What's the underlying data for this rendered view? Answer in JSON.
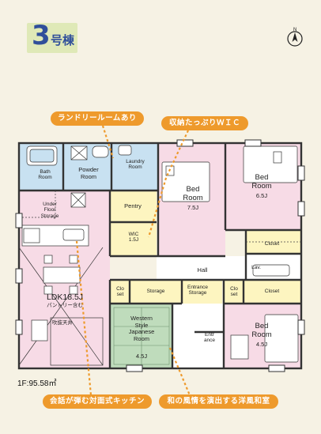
{
  "header": {
    "building_number": "3",
    "building_label": "号棟"
  },
  "callouts": {
    "laundry": "ランドリールームあり",
    "storage": "収納たっぷりＷＩＣ",
    "kitchen": "会話が弾む対面式キッチン",
    "japanese": "和の風情を演出する洋風和室"
  },
  "rooms": {
    "bath": "Bath\nRoom",
    "powder": "Powder\nRoom",
    "laundry": "Laundry\nRoom",
    "bed1_name": "Bed\nRoom",
    "bed1_size": "7.5J",
    "bed2_name": "Bed\nRoom",
    "bed2_size": "6.5J",
    "underfloor": "Under\nFloor\nStorage",
    "pantry": "Pentry",
    "wic": "WIC\n1.5J",
    "closet1": "Closet",
    "lav": "Lav.",
    "hall": "Hall",
    "ldk": "LDK18.5J",
    "ldk_sub": "パントリー含む",
    "fukinuke": "吹抜天井",
    "closet_a": "Clo\nset",
    "storage_a": "Storage",
    "entrance_storage": "Entrance\nStorage",
    "closet_b": "Clo\nset",
    "closet2": "Closet",
    "japanese": "Western\nStyle\nJapanese\nRoom",
    "japanese_size": "4.5J",
    "entrance": "Entr\nance",
    "bed3_name": "Bed\nRoom",
    "bed3_size": "4.5J"
  },
  "floor_area": "1F:95.58㎡",
  "colors": {
    "accent_orange": "#ee9a2c",
    "pink": "#f7dbe6",
    "blue": "#c8e1f1",
    "yellow": "#fdf5c0",
    "green": "#bfdcbc",
    "badge_green": "#dfe9b7",
    "badge_text": "#2f4f9a"
  }
}
